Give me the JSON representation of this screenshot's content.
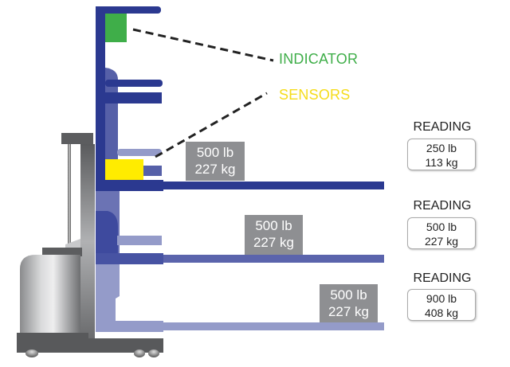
{
  "labels": {
    "indicator": "INDICATOR",
    "sensors": "SENSORS"
  },
  "colors": {
    "indicator": "#3fae49",
    "sensor": "#ffec00",
    "mast_dark": "#2b3990",
    "mast_mid": "#5660a8",
    "mast_light": "#949bc9",
    "load_box": "#8e8f92",
    "indicator_text": "#3fae49",
    "sensors_text": "#f5dc1b"
  },
  "loads": [
    {
      "lb": "500 lb",
      "kg": "227 kg"
    },
    {
      "lb": "500 lb",
      "kg": "227 kg"
    },
    {
      "lb": "500 lb",
      "kg": "227 kg"
    }
  ],
  "readings": [
    {
      "title": "READING",
      "lb": "250 lb",
      "kg": "113 kg"
    },
    {
      "title": "READING",
      "lb": "500 lb",
      "kg": "227 kg"
    },
    {
      "title": "READING",
      "lb": "900 lb",
      "kg": "408 kg"
    }
  ]
}
